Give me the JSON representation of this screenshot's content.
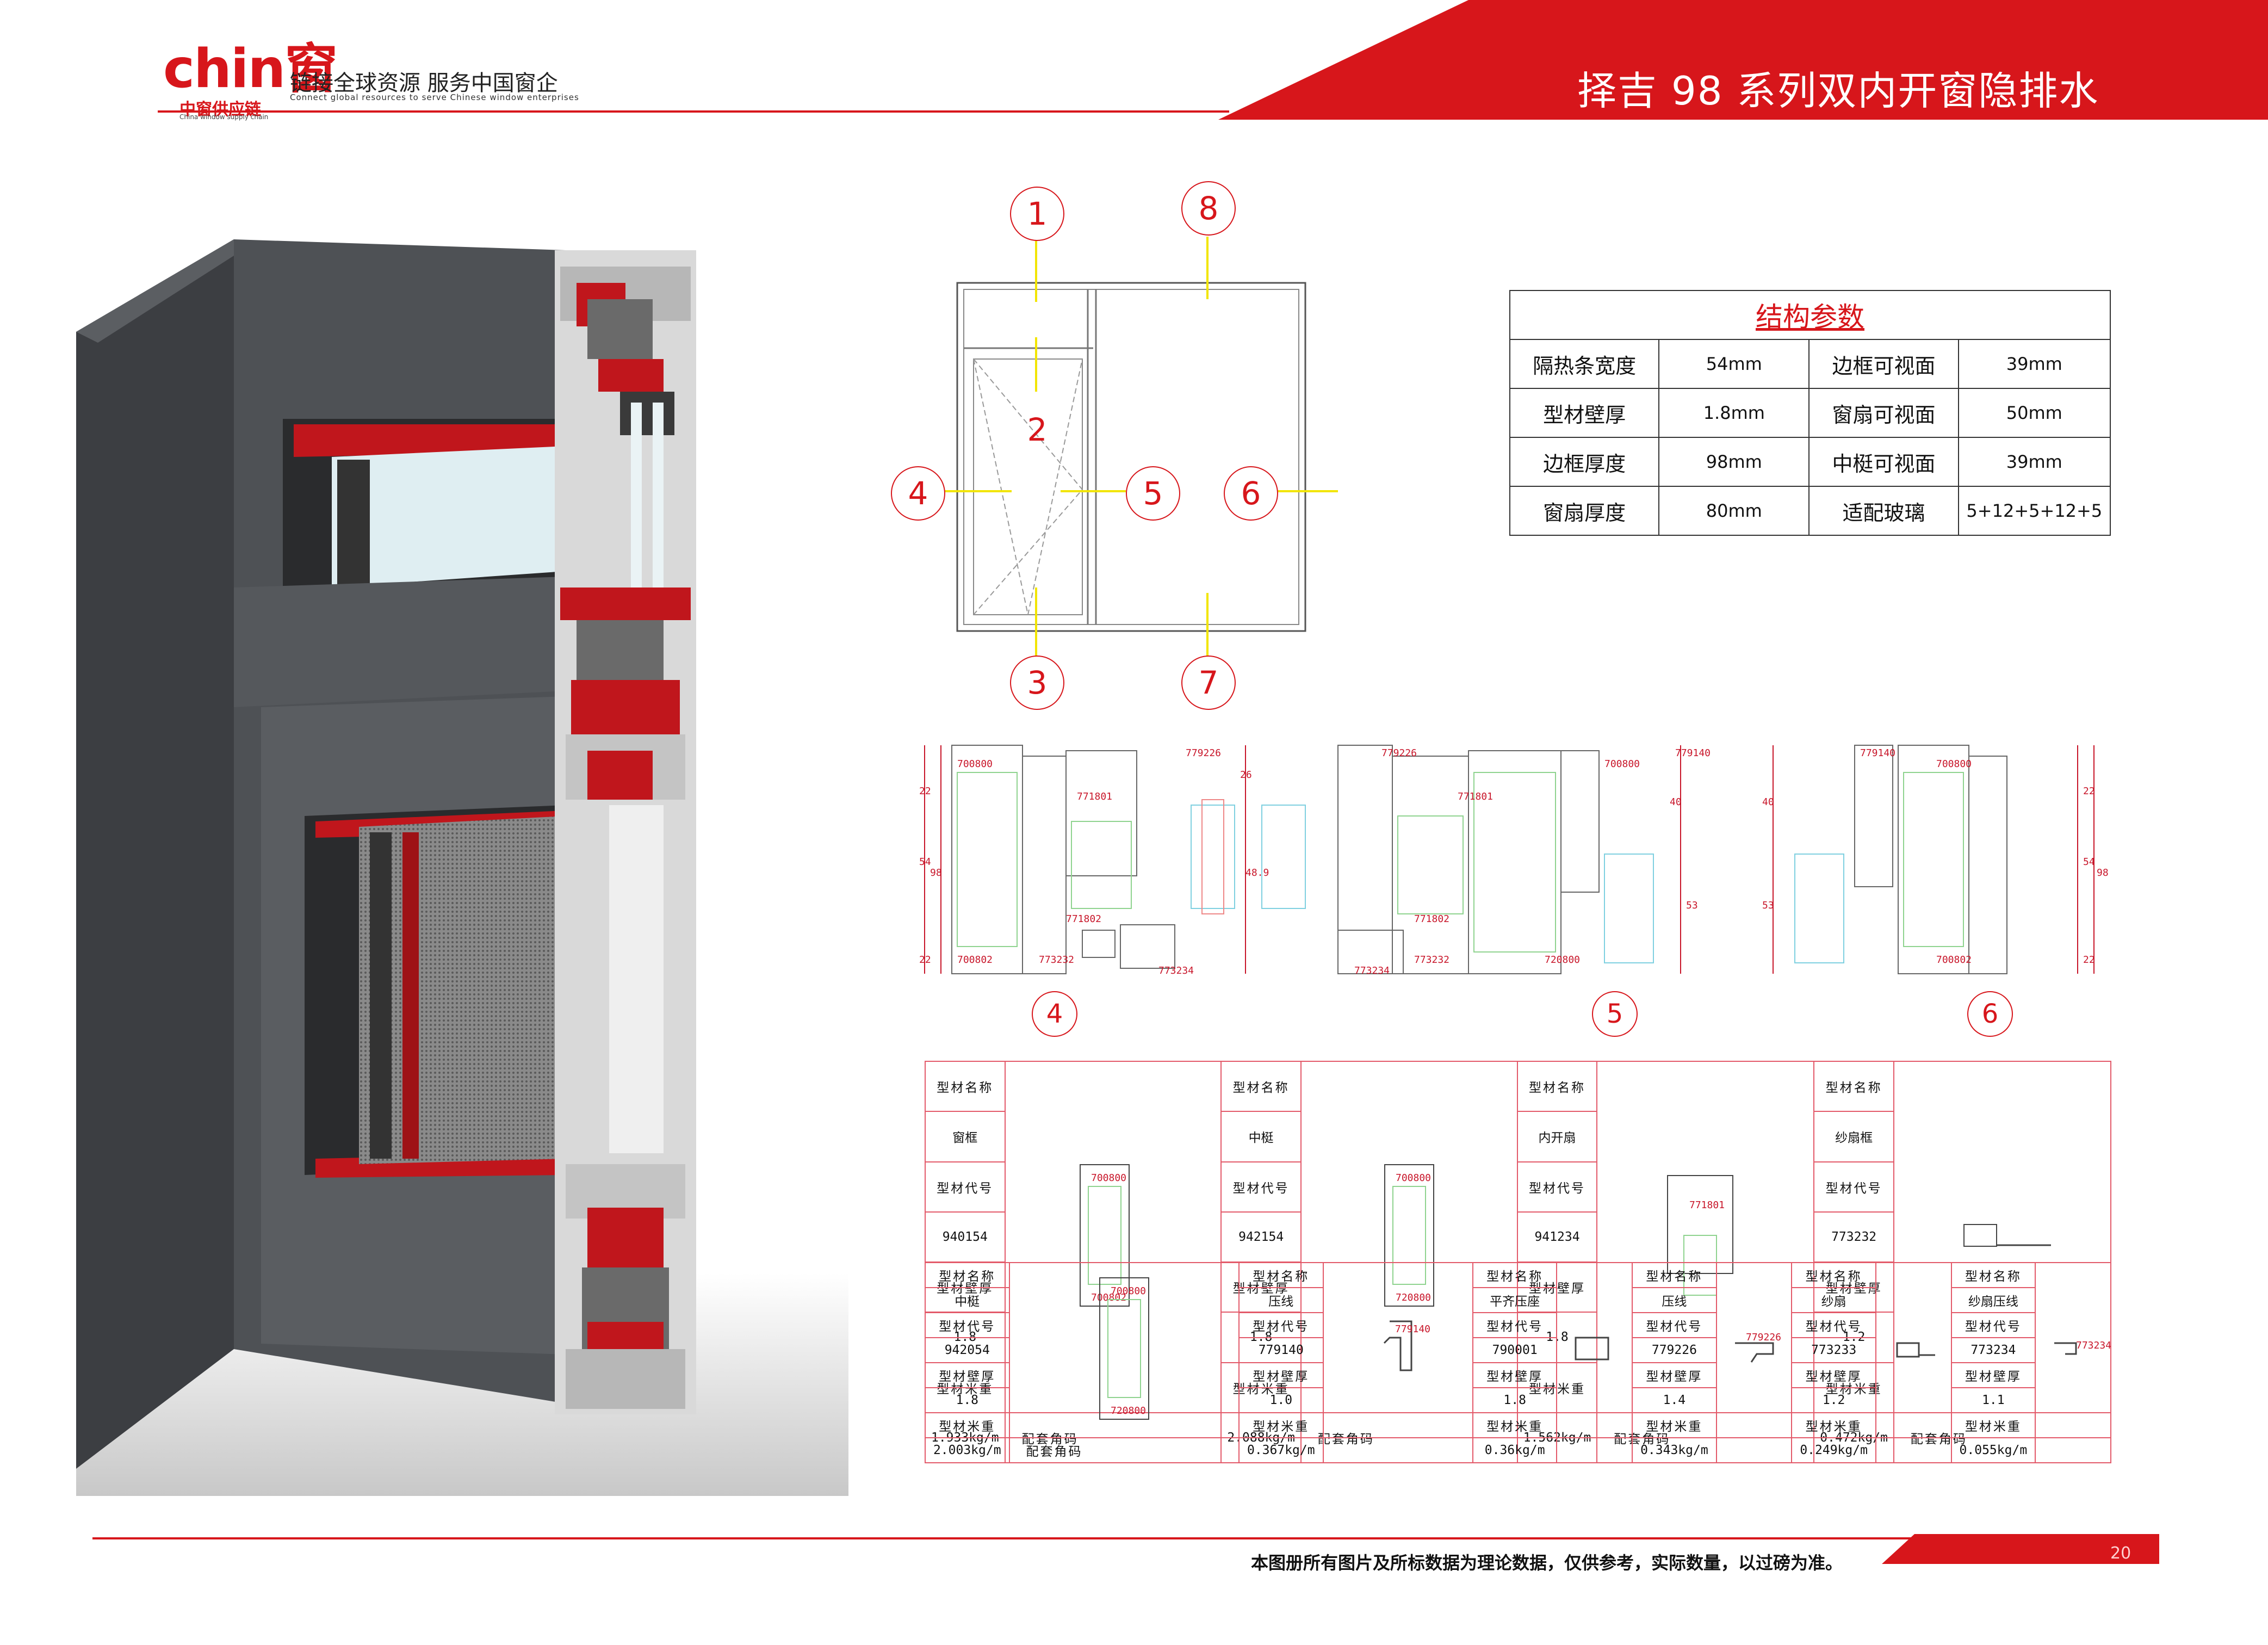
{
  "header": {
    "logo_text": "chin窗",
    "logo_cn": "中窗供应链",
    "logo_en": "China window supply chain",
    "slogan_cn": "链接全球资源  服务中国窗企",
    "slogan_en": "Connect global resources to serve Chinese window enterprises",
    "title": "择吉 98 系列双内开窗隐排水"
  },
  "diagram": {
    "callouts": [
      "1",
      "8",
      "2",
      "4",
      "5",
      "6",
      "3",
      "7"
    ]
  },
  "spec": {
    "title": "结构参数",
    "rows": [
      {
        "k1": "隔热条宽度",
        "v1": "54mm",
        "k2": "边框可视面",
        "v2": "39mm"
      },
      {
        "k1": "型材壁厚",
        "v1": "1.8mm",
        "k2": "窗扇可视面",
        "v2": "50mm"
      },
      {
        "k1": "边框厚度",
        "v1": "98mm",
        "k2": "中梃可视面",
        "v2": "39mm"
      },
      {
        "k1": "窗扇厚度",
        "v1": "80mm",
        "k2": "适配玻璃",
        "v2": "5+12+5+12+5"
      }
    ]
  },
  "sections": {
    "labels": [
      "4",
      "5",
      "6"
    ],
    "codes_4": [
      "700800",
      "779226",
      "771801",
      "700802",
      "773232",
      "771802",
      "773234"
    ],
    "codes_5": [
      "779226",
      "771801",
      "700800",
      "779140",
      "771802",
      "720800",
      "773232",
      "773234"
    ],
    "codes_6": [
      "779140",
      "700800",
      "700802"
    ],
    "dims_4": [
      "22",
      "54",
      "98",
      "22",
      "26",
      "48.9"
    ],
    "dims_5": [
      "40",
      "53"
    ],
    "dims_6": [
      "40",
      "53",
      "22",
      "54",
      "98",
      "22"
    ]
  },
  "profiles": {
    "labels": {
      "name": "型材名称",
      "code": "型材代号",
      "wall": "型材壁厚",
      "weight": "型材米重",
      "corner": "配套角码"
    },
    "row1": [
      {
        "name": "窗框",
        "code": "940154",
        "wall": "1.8",
        "weight": "1.933kg/m"
      },
      {
        "name": "中梃",
        "code": "942154",
        "wall": "1.8",
        "weight": "2.088kg/m"
      },
      {
        "name": "内开扇",
        "code": "941234",
        "wall": "1.8",
        "weight": "1.562kg/m"
      },
      {
        "name": "纱扇框",
        "code": "773232",
        "wall": "1.2",
        "weight": "0.472kg/m"
      }
    ],
    "row2": [
      {
        "name": "中梃",
        "code": "942054",
        "wall": "1.8",
        "weight": "2.003kg/m"
      },
      {
        "name": "压线",
        "code": "779140",
        "wall": "1.0",
        "weight": "0.367kg/m"
      },
      {
        "name": "平齐压座",
        "code": "790001",
        "wall": "1.8",
        "weight": "0.36kg/m"
      },
      {
        "name": "压线",
        "code": "779226",
        "wall": "1.4",
        "weight": "0.343kg/m"
      },
      {
        "name": "纱扇",
        "code": "773233",
        "wall": "1.2",
        "weight": "0.249kg/m"
      },
      {
        "name": "纱扇压线",
        "code": "773234",
        "wall": "1.1",
        "weight": "0.055kg/m"
      }
    ],
    "thumb_codes": [
      "700800",
      "700802",
      "779140",
      "779226",
      "773234",
      "773232",
      "720800",
      "771801"
    ]
  },
  "footer": {
    "note": "本图册所有图片及所标数据为理论数据，仅供参考，实际数量，以过磅为准。",
    "page": "20"
  },
  "colors": {
    "brand_red": "#d7161b",
    "profile_gray": "#4e5155",
    "thermal_red": "#c0161c",
    "yellow_line": "#f2e500"
  }
}
